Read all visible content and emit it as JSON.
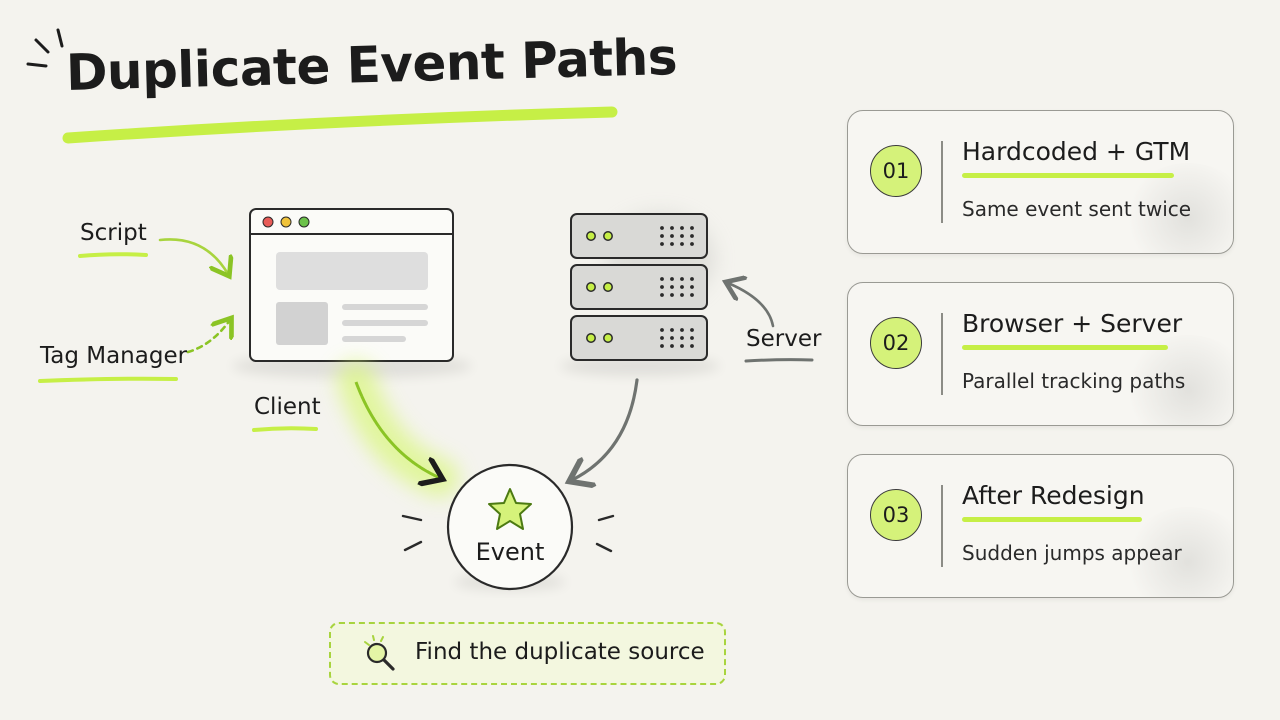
{
  "title": "Duplicate Event Paths",
  "labels": {
    "script": "Script",
    "tag_manager": "Tag Manager",
    "client": "Client",
    "server": "Server",
    "event": "Event"
  },
  "cards": [
    {
      "number": "01",
      "title": "Hardcoded + GTM",
      "subtitle": "Same event sent twice"
    },
    {
      "number": "02",
      "title": "Browser + Server",
      "subtitle": "Parallel tracking paths"
    },
    {
      "number": "03",
      "title": "After Redesign",
      "subtitle": "Sudden jumps appear"
    }
  ],
  "callout": {
    "text": "Find the duplicate source",
    "icon": "magnifier-icon"
  },
  "colors": {
    "accent": "#c6ef46",
    "accent_fill": "#d5f27a",
    "ink": "#1c1c1c",
    "arrow_gray": "#6f7370",
    "background": "#f4f3ee"
  },
  "icons": [
    "browser-window-icon",
    "server-rack-icon",
    "star-icon"
  ]
}
